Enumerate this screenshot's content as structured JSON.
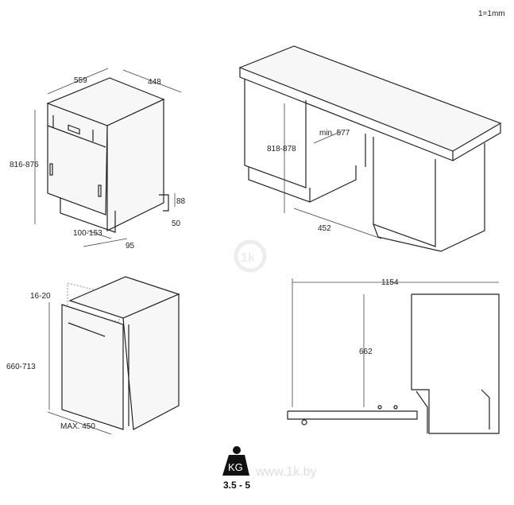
{
  "scale_note": "1=1mm",
  "views": {
    "built_in_view": {
      "width": "559",
      "depth": "448",
      "height": "816-876",
      "plinth_height": "88",
      "plinth_depth": "50",
      "door_offset": "100-153",
      "door_gap": "95"
    },
    "cabinet_view": {
      "niche_height": "818-878",
      "niche_width": "min. 577",
      "niche_depth": "452"
    },
    "door_view": {
      "door_gap": "16-20",
      "door_height": "660-713",
      "door_width": "MAX. 450"
    },
    "side_view": {
      "open_depth": "1154",
      "door_height": "662"
    }
  },
  "door_weight": {
    "unit": "KG",
    "value": "3.5 - 5"
  },
  "watermark": "www.1k.by"
}
